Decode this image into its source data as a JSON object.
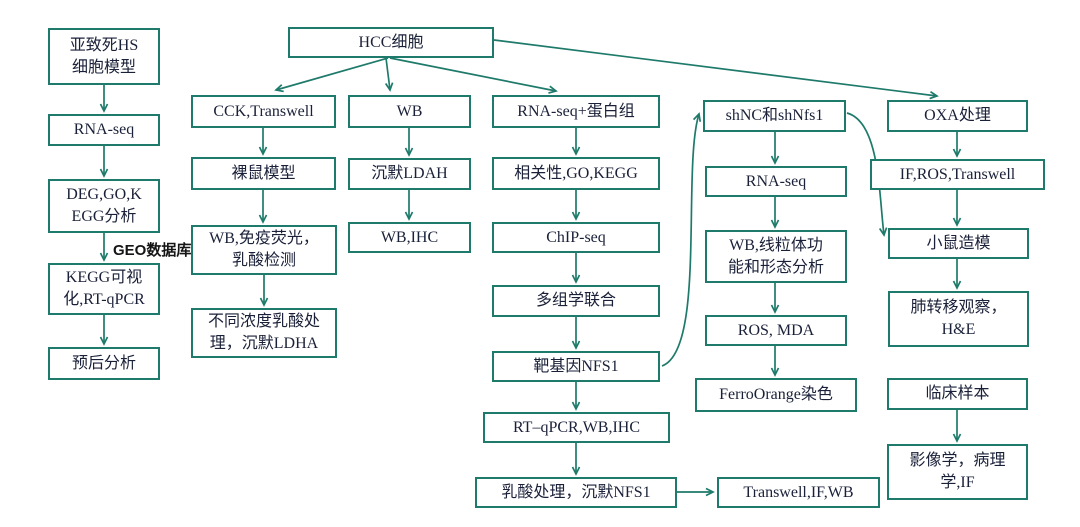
{
  "diagram": {
    "colors": {
      "box_border": "#1E7A6A",
      "arrow": "#1E7A6A",
      "text": "#1a2038",
      "label_text": "#151515",
      "background": "#ffffff"
    },
    "nodes": {
      "sublethal_hs_model": {
        "label": "亚致死HS\n细胞模型"
      },
      "rnaseq_left": {
        "label": "RNA-seq"
      },
      "deg_go_kegg": {
        "label": "DEG,GO,K\nEGG分析"
      },
      "kegg_vis_rtqpcr": {
        "label": "KEGG可视\n化,RT-qPCR"
      },
      "prognosis": {
        "label": "预后分析"
      },
      "hcc_cell": {
        "label": "HCC细胞"
      },
      "cck_transwell": {
        "label": "CCK,Transwell"
      },
      "nude_mouse_model": {
        "label": "裸鼠模型"
      },
      "wb_if_lactate": {
        "label": "WB,免疫荧光，\n乳酸检测"
      },
      "lactate_silence_ldha": {
        "label": "不同浓度乳酸处\n理，沉默LDHA"
      },
      "wb": {
        "label": "WB"
      },
      "silence_ldah": {
        "label": "沉默LDAH"
      },
      "wb_ihc": {
        "label": "WB,IHC"
      },
      "rnaseq_proteome": {
        "label": "RNA-seq+蛋白组"
      },
      "correlation_go_kegg": {
        "label": "相关性,GO,KEGG"
      },
      "chip_seq": {
        "label": "ChIP-seq"
      },
      "multi_omics": {
        "label": "多组学联合"
      },
      "target_gene_nfs1": {
        "label": "靶基因NFS1"
      },
      "rtqpcr_wb_ihc": {
        "label": "RT–qPCR,WB,IHC"
      },
      "lactate_silence_nfs1": {
        "label": "乳酸处理，沉默NFS1"
      },
      "transwell_if_wb": {
        "label": "Transwell,IF,WB"
      },
      "shnc_shnfs1": {
        "label": "shNC和shNfs1"
      },
      "rnaseq_right": {
        "label": "RNA-seq"
      },
      "wb_mito_analysis": {
        "label": "WB,线粒体功\n能和形态分析"
      },
      "ros_mda": {
        "label": "ROS, MDA"
      },
      "ferroorange": {
        "label": "FerroOrange染色"
      },
      "oxa_treatment": {
        "label": "OXA处理"
      },
      "if_ros_transwell": {
        "label": "IF,ROS,Transwell"
      },
      "mouse_modeling": {
        "label": "小鼠造模"
      },
      "lung_metastasis": {
        "label": "肺转移观察，\nH&E"
      },
      "clinical_samples": {
        "label": "临床样本"
      },
      "imaging_pathology_if": {
        "label": "影像学，病理\n学,IF"
      }
    },
    "edge_labels": {
      "geo_database": "GEO数据库"
    }
  }
}
